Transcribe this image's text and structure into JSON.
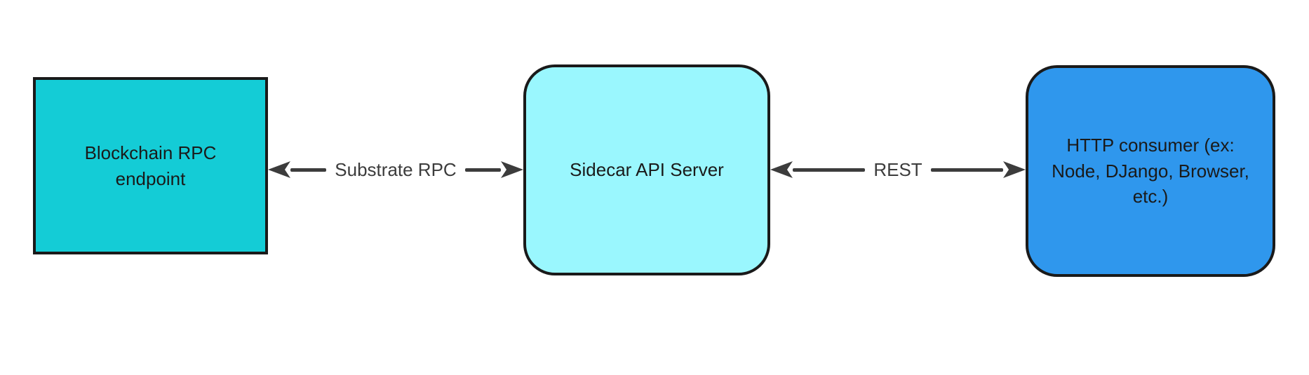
{
  "diagram": {
    "background": "#FFFFFF",
    "nodes": [
      {
        "id": "blockchain-rpc-endpoint",
        "label": "Blockchain RPC endpoint",
        "label_lines": [
          "Blockchain RPC",
          "endpoint"
        ],
        "shape": "rectangle",
        "fill": "#14CCD6",
        "border": "#1A1A1A",
        "text": "#1A1A1A"
      },
      {
        "id": "sidecar-api-server",
        "label": "Sidecar API Server",
        "label_lines": [
          "Sidecar API Server"
        ],
        "shape": "rounded-rectangle",
        "fill": "#9AF7FE",
        "border": "#1A1A1A",
        "text": "#1A1A1A"
      },
      {
        "id": "http-consumer",
        "label": "HTTP consumer (ex: Node, DJango, Browser, etc.)",
        "label_lines": [
          "HTTP consumer (ex:",
          "Node, DJango, Browser,",
          "etc.)"
        ],
        "shape": "rounded-rectangle",
        "fill": "#2F97ED",
        "border": "#1A1A1A",
        "text": "#1A1A1A"
      }
    ],
    "edges": [
      {
        "id": "substrate-rpc",
        "label": "Substrate RPC",
        "from": "blockchain-rpc-endpoint",
        "to": "sidecar-api-server",
        "direction": "bidirectional",
        "color": "#3C3C3C"
      },
      {
        "id": "rest",
        "label": "REST",
        "from": "sidecar-api-server",
        "to": "http-consumer",
        "direction": "bidirectional",
        "color": "#3C3C3C"
      }
    ]
  }
}
